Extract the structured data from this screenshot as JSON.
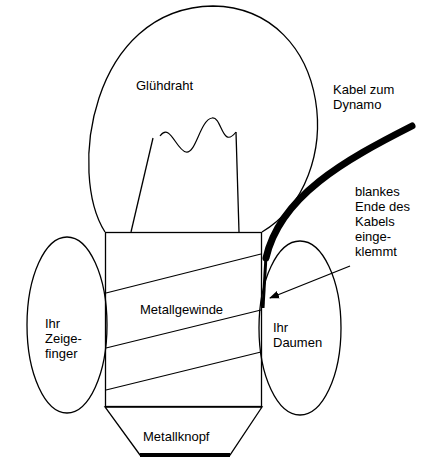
{
  "diagram": {
    "nodes": [
      {
        "text": [
          "Glühdraht"
        ]
      },
      {
        "text": [
          "Ihr Zeige- finger"
        ]
      },
      {
        "text": [
          "Metallgewinde"
        ]
      },
      {
        "text": [
          "Ihr Daumen"
        ]
      },
      {
        "text": [
          "Metallknopf"
        ]
      }
    ],
    "labels": [
      "Kabel zum Dynamo",
      "blankes Ende des Kabels einge- klemmt"
    ]
  }
}
